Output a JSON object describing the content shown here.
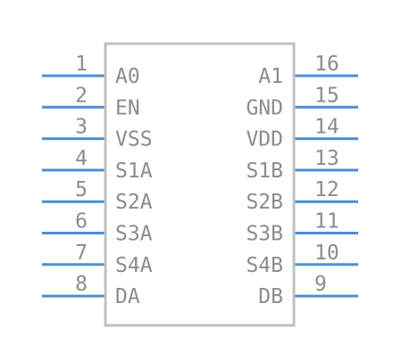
{
  "component": {
    "left_pins": [
      {
        "number": "1",
        "name": "A0"
      },
      {
        "number": "2",
        "name": "EN"
      },
      {
        "number": "3",
        "name": "VSS"
      },
      {
        "number": "4",
        "name": "S1A"
      },
      {
        "number": "5",
        "name": "S2A"
      },
      {
        "number": "6",
        "name": "S3A"
      },
      {
        "number": "7",
        "name": "S4A"
      },
      {
        "number": "8",
        "name": "DA"
      }
    ],
    "right_pins": [
      {
        "number": "16",
        "name": "A1"
      },
      {
        "number": "15",
        "name": "GND"
      },
      {
        "number": "14",
        "name": "VDD"
      },
      {
        "number": "13",
        "name": "S1B"
      },
      {
        "number": "12",
        "name": "S2B"
      },
      {
        "number": "11",
        "name": "S3B"
      },
      {
        "number": "10",
        "name": "S4B"
      },
      {
        "number": "9",
        "name": "DB"
      }
    ]
  },
  "colors": {
    "pin_line": "#4a8fd4",
    "body_outline": "#c0c0c0",
    "text": "#8c8c8c"
  }
}
